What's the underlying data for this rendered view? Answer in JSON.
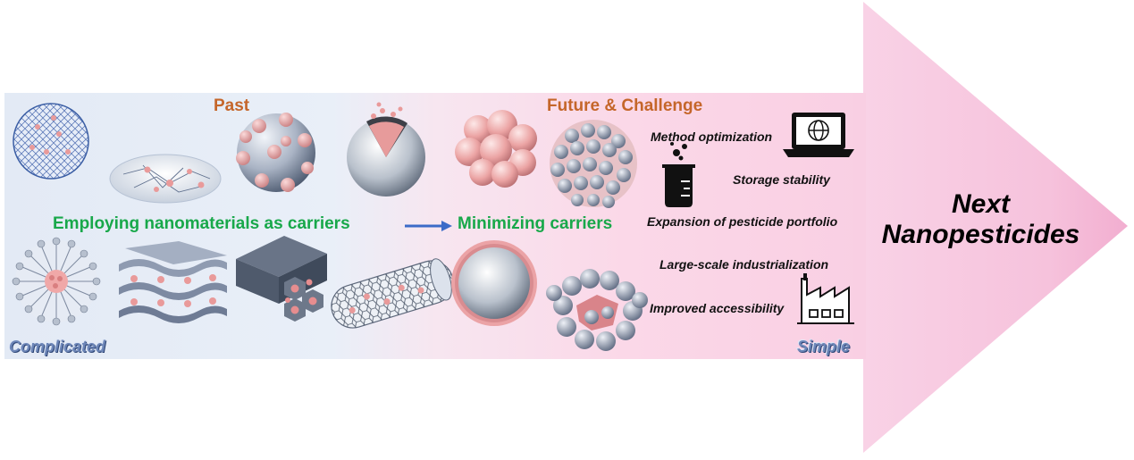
{
  "sections": {
    "past": "Past",
    "future": "Future & Challenge"
  },
  "phrases": {
    "carriers": "Employing nanomaterials as carriers",
    "minimizing": "Minimizing carriers"
  },
  "challenges": {
    "method": "Method optimization",
    "storage": "Storage stability",
    "expansion": "Expansion of pesticide portfolio",
    "industrial": "Large-scale industrialization",
    "access": "Improved accessibility"
  },
  "ends": {
    "left": "Complicated",
    "right": "Simple"
  },
  "result": {
    "line1": "Next",
    "line2": "Nanopesticides"
  },
  "icons": [
    "globe-laptop-icon",
    "beaker-icon",
    "factory-icon"
  ],
  "colors": {
    "section": "#c5662a",
    "phrase": "#18a84a",
    "arrow_pink": "#f7c7dd",
    "band_blue": "#e4ecf7",
    "connector": "#3b6bc8"
  }
}
